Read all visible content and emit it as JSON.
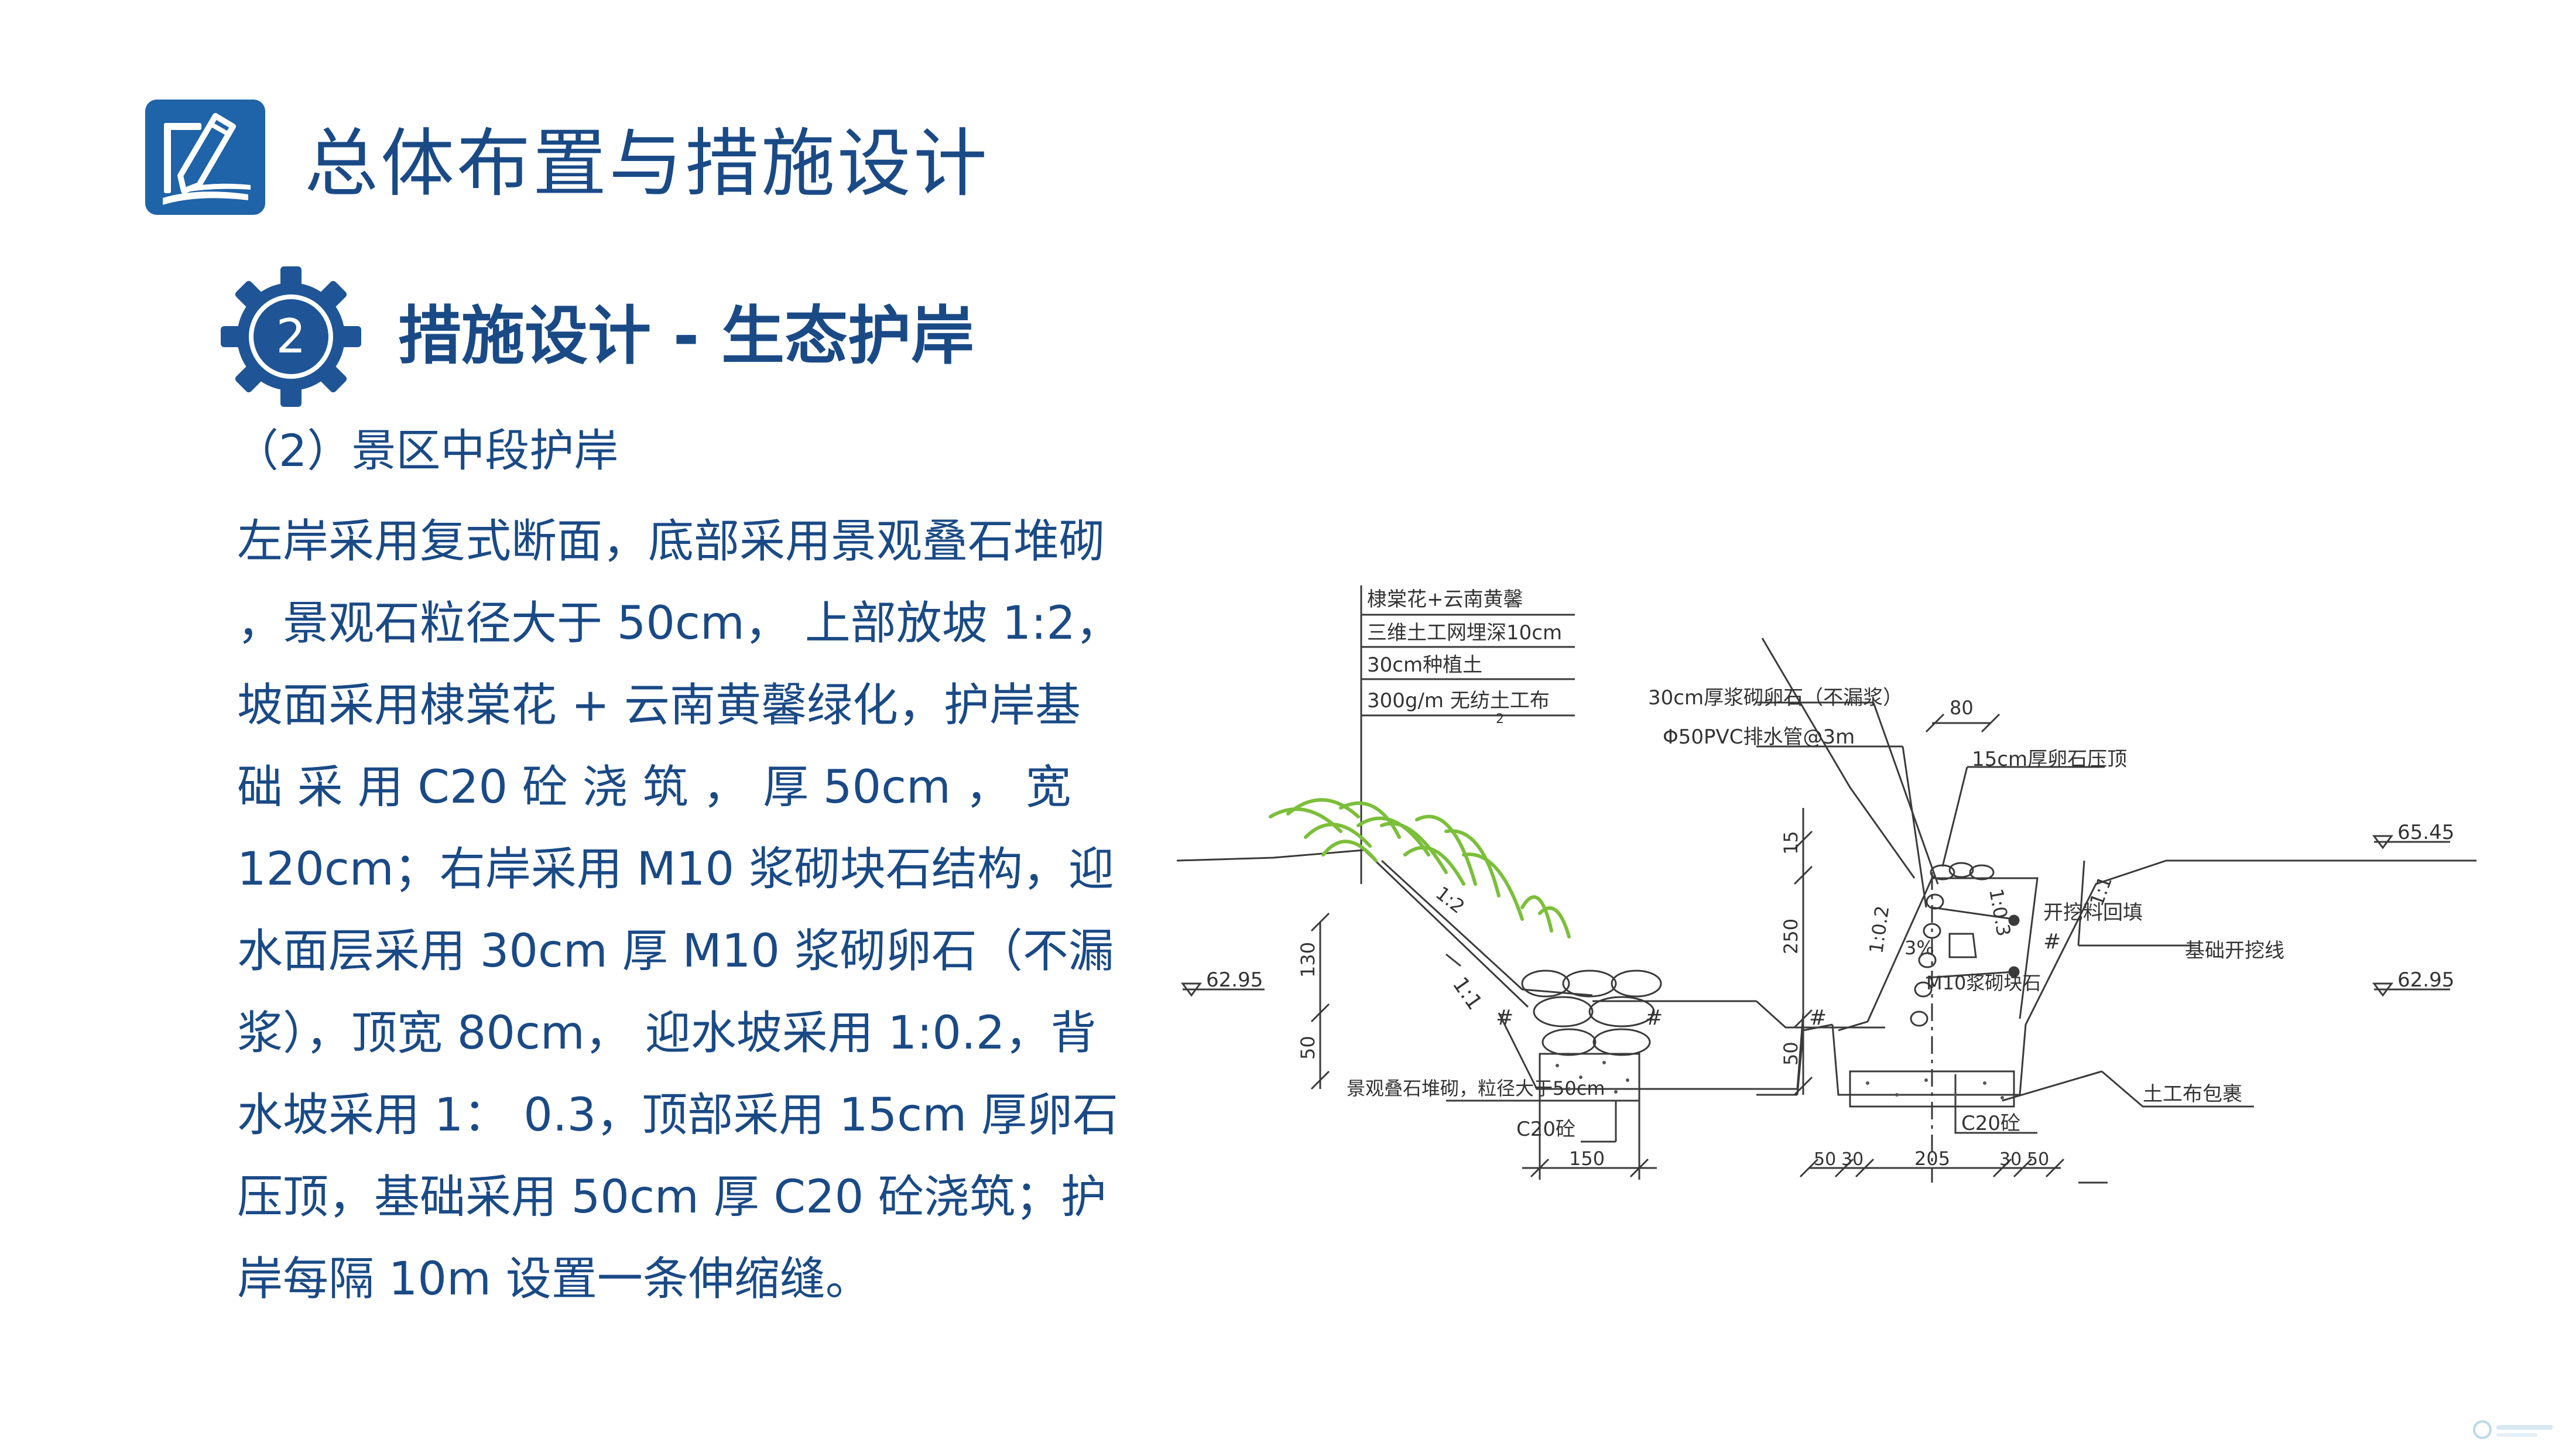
{
  "header": {
    "title": "总体布置与措施设计",
    "icon": "pencil-edit-icon",
    "accent_color": "#1f63a8",
    "text_color": "#1a4a86"
  },
  "section": {
    "number": "2",
    "icon": "gear-icon",
    "title": "措施设计 - 生态护岸"
  },
  "subtitle": "（2）景区中段护岸",
  "body_lines": [
    "左岸采用复式断面，底部采用景观叠石堆砌",
    "，景观石粒径大于 50cm， 上部放坡 1:2，",
    "坡面采用棣棠花 + 云南黄馨绿化，护岸基",
    "础 采 用  C20  砼 浇 筑 ，  厚  50cm  ，  宽",
    "120cm；右岸采用 M10 浆砌块石结构，迎",
    "水面层采用 30cm 厚 M10 浆砌卵石（不漏",
    "浆），顶宽 80cm， 迎水坡采用 1:0.2，背",
    "水坡采用 1：  0.3，顶部采用 15cm 厚卵石",
    "压顶，基础采用 50cm 厚 C20 砼浇筑；护",
    "岸每隔 10m 设置一条伸缩缝。"
  ],
  "drawing": {
    "left_labels": {
      "plants": "棣棠花+云南黄馨",
      "net": "三维土工网埋深10cm",
      "soil": "30cm种植土",
      "geotextile": "300g/m  无纺土工布",
      "geotextile_sup": "2",
      "stones": "景观叠石堆砌，粒径大于50cm",
      "c20": "C20砼",
      "slope": "1:1",
      "slope2": "1:2"
    },
    "right_labels": {
      "pebble": "30cm厚浆砌卵石（不漏浆）",
      "pvc": "Φ50PVC排水管@3m",
      "cap": "15cm厚卵石压顶",
      "backfill": "开挖料回填",
      "m10": "M10浆砌块石",
      "c20": "C20砼",
      "excavation": "基础开挖线",
      "wrap": "土工布包裹",
      "pct": "3%",
      "front_slope": "1:0.2",
      "back_slope": "1:0.3",
      "slope": "1:1",
      "top_width": "80"
    },
    "elevations": {
      "left": "62.95",
      "right_low": "62.95",
      "right_high": "65.45"
    },
    "dims": {
      "left_130": "130",
      "left_50": "50",
      "right_15": "15",
      "right_250": "250",
      "right_50": "50",
      "bottom_150": "150",
      "b50a": "50",
      "b30a": "30",
      "b205": "205",
      "b30b": "30",
      "b50b": "50"
    },
    "hash": "#",
    "line_color": "#3a3a3a",
    "plant_color": "#7bbf3a"
  }
}
